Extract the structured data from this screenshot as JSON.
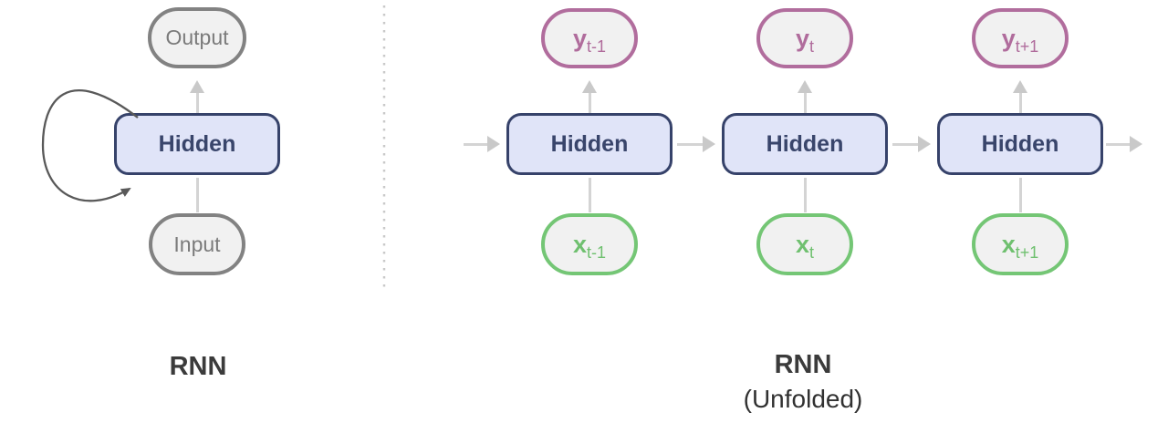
{
  "left": {
    "title": "RNN",
    "output_label": "Output",
    "hidden_label": "Hidden",
    "input_label": "Input"
  },
  "right": {
    "title": "RNN",
    "subtitle": "(Unfolded)",
    "columns": [
      {
        "y_base": "y",
        "y_sub": "t-1",
        "hidden_label": "Hidden",
        "x_base": "x",
        "x_sub": "t-1"
      },
      {
        "y_base": "y",
        "y_sub": "t",
        "hidden_label": "Hidden",
        "x_base": "x",
        "x_sub": "t"
      },
      {
        "y_base": "y",
        "y_sub": "t+1",
        "hidden_label": "Hidden",
        "x_base": "x",
        "x_sub": "t+1"
      }
    ]
  },
  "colors": {
    "hidden_fill": "#e0e4f8",
    "hidden_border": "#36426a",
    "hidden_text": "#39456b",
    "io_pill_fill": "#f1f1f1",
    "io_pill_border": "#828282",
    "io_pill_text": "#7b7b7b",
    "y_accent": "#b16d9d",
    "x_accent": "#74c675",
    "arrow_gray": "#cfcfcf",
    "loop_gray": "#595959",
    "divider_gray": "#c9c9c9",
    "title_text": "#3b3b3b"
  }
}
